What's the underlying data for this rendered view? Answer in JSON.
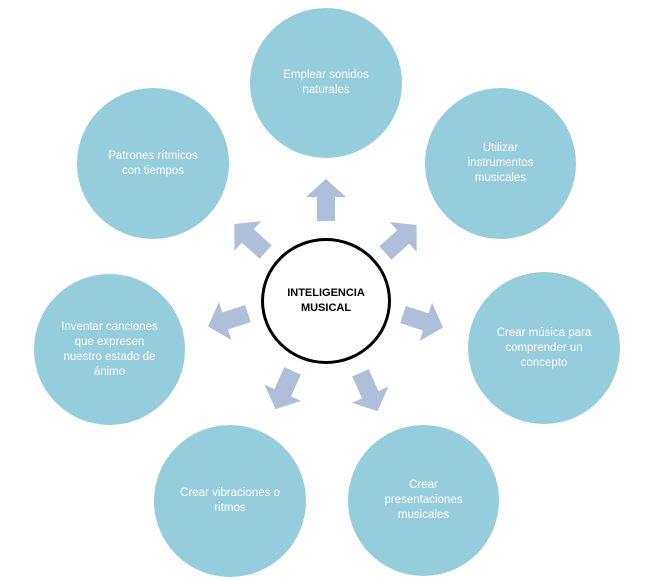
{
  "colors": {
    "circle_fill": "#95cddc",
    "arrow_fill": "#b0bfd9",
    "outer_text": "#ffffff",
    "center_border": "#000000"
  },
  "center": {
    "label": "INTELIGENCIA\nMUSICAL"
  },
  "nodes": [
    {
      "id": "natural-sounds",
      "label": "Emplear sonidos\nnaturales"
    },
    {
      "id": "instruments",
      "label": "Utilizar\ninstrumentos\nmusicales"
    },
    {
      "id": "concept-music",
      "label": "Crear música para\ncomprender  un\nconcepto"
    },
    {
      "id": "presentations",
      "label": "Crear\npresentaciones\nmusicales"
    },
    {
      "id": "vibrations",
      "label": "Crear vibraciones o\nritmos"
    },
    {
      "id": "songs",
      "label": "Inventar canciones\nque expresen\nnuestro estado de\nánimo"
    },
    {
      "id": "rhythm-patterns",
      "label": "Patrones rítmicos\ncon tiempos"
    }
  ]
}
